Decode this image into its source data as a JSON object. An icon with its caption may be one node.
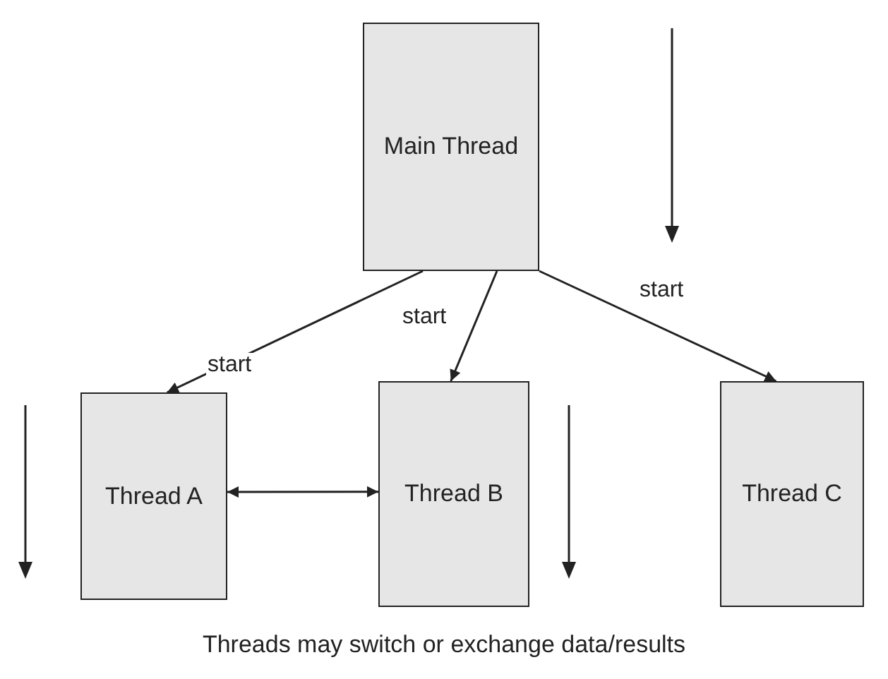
{
  "diagram": {
    "caption": "Threads may switch or exchange data/results",
    "nodes": [
      {
        "text": [
          "Main Thread"
        ]
      },
      {
        "text": [
          "Thread A"
        ]
      },
      {
        "text": [
          "Thread B"
        ]
      },
      {
        "text": [
          "Thread C"
        ]
      }
    ],
    "edges": [
      {
        "from": 0,
        "to": 1,
        "arrow": "to",
        "label": "start"
      },
      {
        "from": 0,
        "to": 2,
        "arrow": "to",
        "label": "start"
      },
      {
        "from": 0,
        "to": 3,
        "arrow": "to",
        "label": "start"
      },
      {
        "from": 1,
        "to": 2,
        "arrow": "both"
      }
    ]
  }
}
